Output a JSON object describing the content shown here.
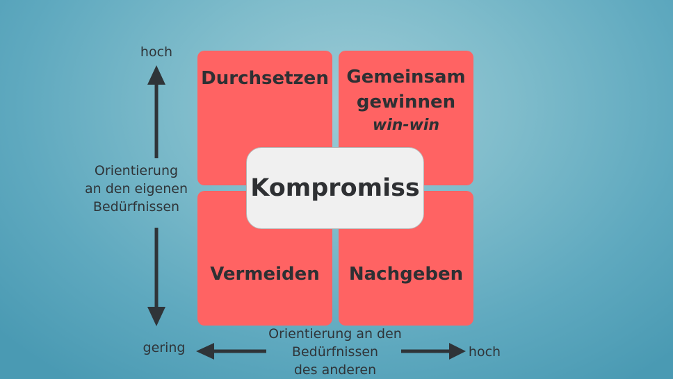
{
  "vertical_axis": {
    "high_label": "hoch",
    "title_lines": [
      "Orientierung",
      "an den eigenen",
      "Bedürfnissen"
    ]
  },
  "horizontal_axis": {
    "low_label": "gering",
    "high_label": "hoch",
    "title_lines": [
      "Orientierung an den",
      "Bedürfnissen",
      "des anderen"
    ]
  },
  "quadrants": {
    "top_left": {
      "title": "Durchsetzen"
    },
    "top_right": {
      "title_lines": [
        "Gemeinsam",
        "gewinnen"
      ],
      "subtitle": "win-win"
    },
    "bottom_left": {
      "title": "Vermeiden"
    },
    "bottom_right": {
      "title": "Nachgeben"
    }
  },
  "center": {
    "title": "Kompromiss"
  },
  "colors": {
    "quadrant": "#ff6363",
    "center_box": "#f0f0f0",
    "text": "#2e3033",
    "arrow": "#2f3438"
  }
}
